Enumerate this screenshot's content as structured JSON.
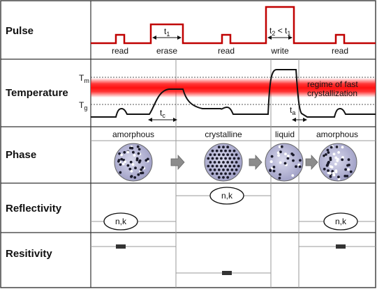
{
  "rows": {
    "pulse": "Pulse",
    "temperature": "Temperature",
    "phase": "Phase",
    "reflectivity": "Reflectivity",
    "resistivity": "Resitivity"
  },
  "pulse": {
    "read1": "read",
    "erase": "erase",
    "read2": "read",
    "write": "write",
    "read3": "read",
    "t1_main": "t",
    "t1_sub": "1",
    "t2_main": "t",
    "t2_sub": "2",
    "lt": " < ",
    "t1b_main": "t",
    "t1b_sub": "1"
  },
  "temperature": {
    "tm_main": "T",
    "tm_sub": "m",
    "tg_main": "T",
    "tg_sub": "g",
    "tc_main": "t",
    "tc_sub": "c",
    "ta_main": "t",
    "ta_sub": "a",
    "regime_line1": "regime of fast",
    "regime_line2": "crystallization"
  },
  "phase": {
    "amorphous1": "amorphous",
    "crystalline": "crystalline",
    "liquid": "liquid",
    "amorphous2": "amorphous"
  },
  "reflectivity": {
    "nk1": "n,k",
    "nk2": "n,k",
    "nk3": "n,k"
  },
  "colors": {
    "pulse": "#c00000",
    "band": "#ff2020",
    "circle_fill": "#b8b8d8",
    "arrow": "#8c8c8c"
  }
}
